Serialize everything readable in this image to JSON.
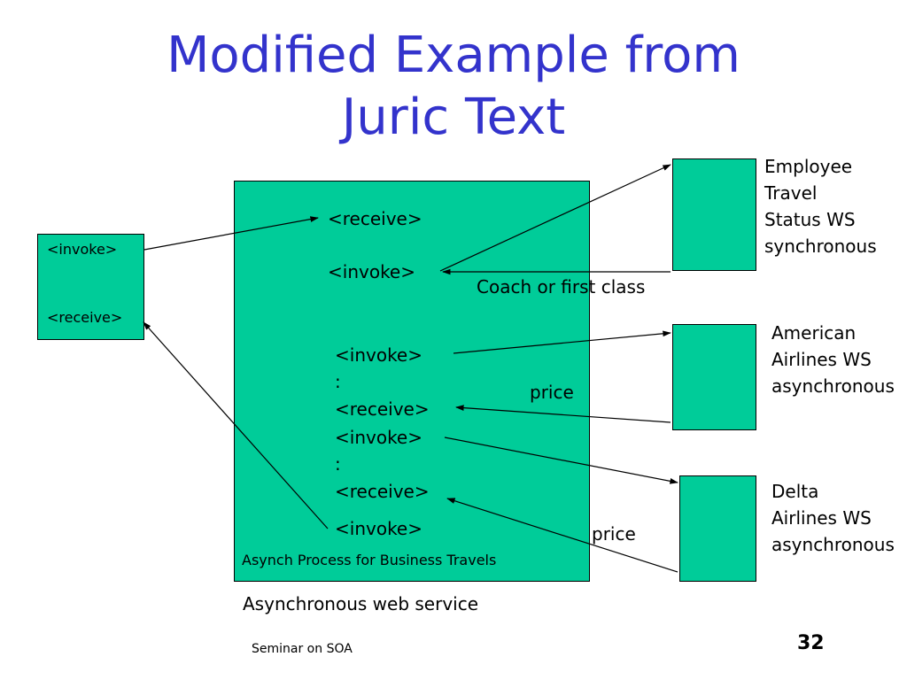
{
  "title": "Modified Example from\nJuric Text",
  "client": {
    "invoke": "<invoke>",
    "receive": "<receive>"
  },
  "process": {
    "steps": [
      "<receive>",
      "<invoke>",
      "<invoke>",
      ":",
      "<receive>",
      "<invoke>",
      ":",
      "<receive>",
      "<invoke>"
    ],
    "caption": "Asynch Process for Business Travels",
    "footer_label": "Asynchronous web service"
  },
  "services": [
    {
      "label": "Employee\nTravel\nStatus WS\nsynchronous"
    },
    {
      "label": "American\nAirlines WS\nasynchronous"
    },
    {
      "label": "Delta\nAirlines WS\nasynchronous"
    }
  ],
  "arrow_labels": {
    "coach": "Coach or first class",
    "price1": "price",
    "price2": "price"
  },
  "footer": {
    "seminar": "Seminar on SOA",
    "page_number": "32"
  },
  "colors": {
    "title": "#3333cc",
    "box_fill": "#00cc99"
  }
}
